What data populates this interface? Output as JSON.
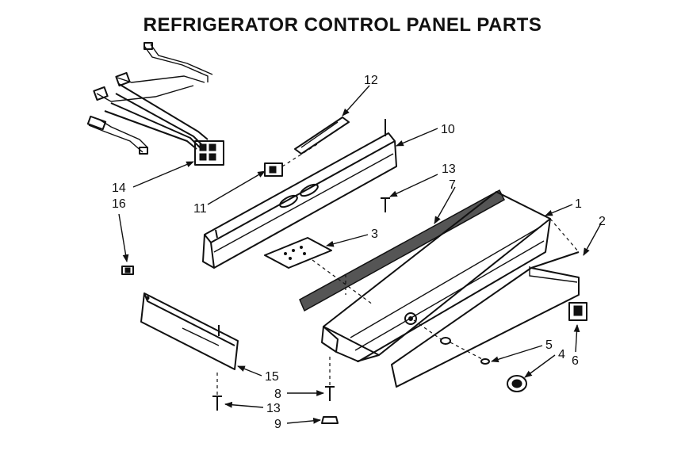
{
  "title": "REFRIGERATOR CONTROL PANEL PARTS",
  "callouts": {
    "p1": "1",
    "p2": "2",
    "p3": "3",
    "p4": "4",
    "p5": "5",
    "p6": "6",
    "p7": "7",
    "p8": "8",
    "p9": "9",
    "p10": "10",
    "p11": "11",
    "p12": "12",
    "p13a": "13",
    "p13b": "13",
    "p14": "14",
    "p15": "15",
    "p16": "16"
  }
}
